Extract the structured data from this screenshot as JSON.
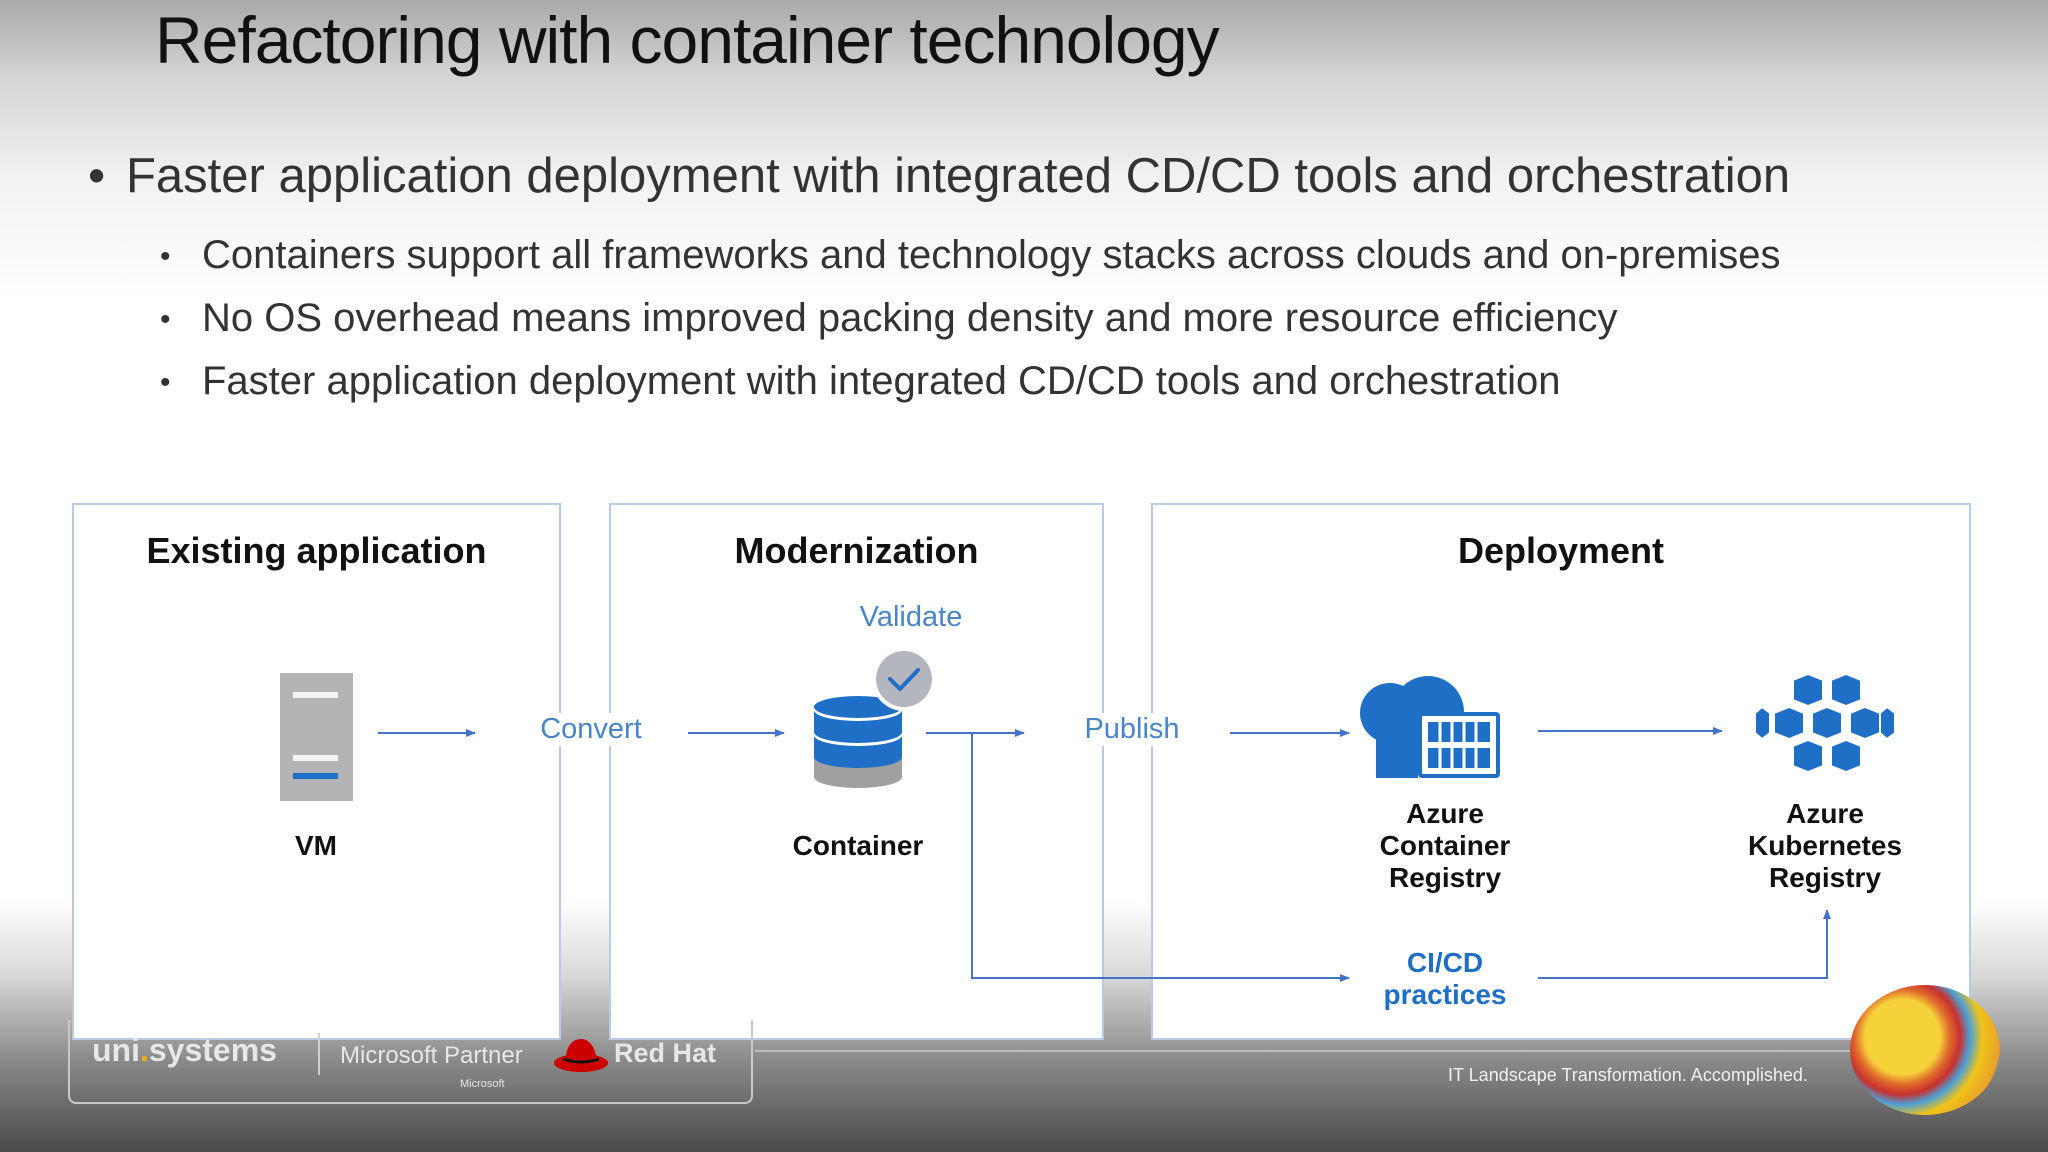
{
  "slide": {
    "title": "Refactoring with container technology",
    "main_bullet": "Faster application deployment with integrated CD/CD tools and orchestration",
    "sub_bullets": [
      "Containers support all frameworks and technology stacks across clouds and on-premises",
      "No OS overhead means improved packing density and more resource efficiency",
      "Faster application deployment with integrated CD/CD tools and orchestration"
    ],
    "bullet_glyph": "•"
  },
  "diagram": {
    "panels": {
      "existing": "Existing application",
      "modernization": "Modernization",
      "deployment": "Deployment"
    },
    "steps": {
      "convert": "Convert",
      "validate": "Validate",
      "publish": "Publish"
    },
    "nodes": {
      "vm": "VM",
      "container": "Container",
      "acr_line1": "Azure",
      "acr_line2": "Container",
      "acr_line3": "Registry",
      "aks_line1": "Azure",
      "aks_line2": "Kubernetes",
      "aks_line3": "Registry",
      "cicd_line1": "CI/CD",
      "cicd_line2": "practices"
    },
    "colors": {
      "accent_blue": "#1e6fc5",
      "step_blue": "#4a86c5",
      "arrow_blue": "#4472c4",
      "panel_border": "#b9cce4"
    },
    "icons": [
      "server-icon",
      "database-icon",
      "checkmark-icon",
      "cloud-registry-icon",
      "kubernetes-icon"
    ]
  },
  "footer": {
    "brand_left": "uni",
    "brand_right": "systems",
    "partner": "Microsoft Partner",
    "partner_sub": "Microsoft",
    "redhat": "Red Hat",
    "tagline": "IT Landscape Transformation. Accomplished."
  }
}
